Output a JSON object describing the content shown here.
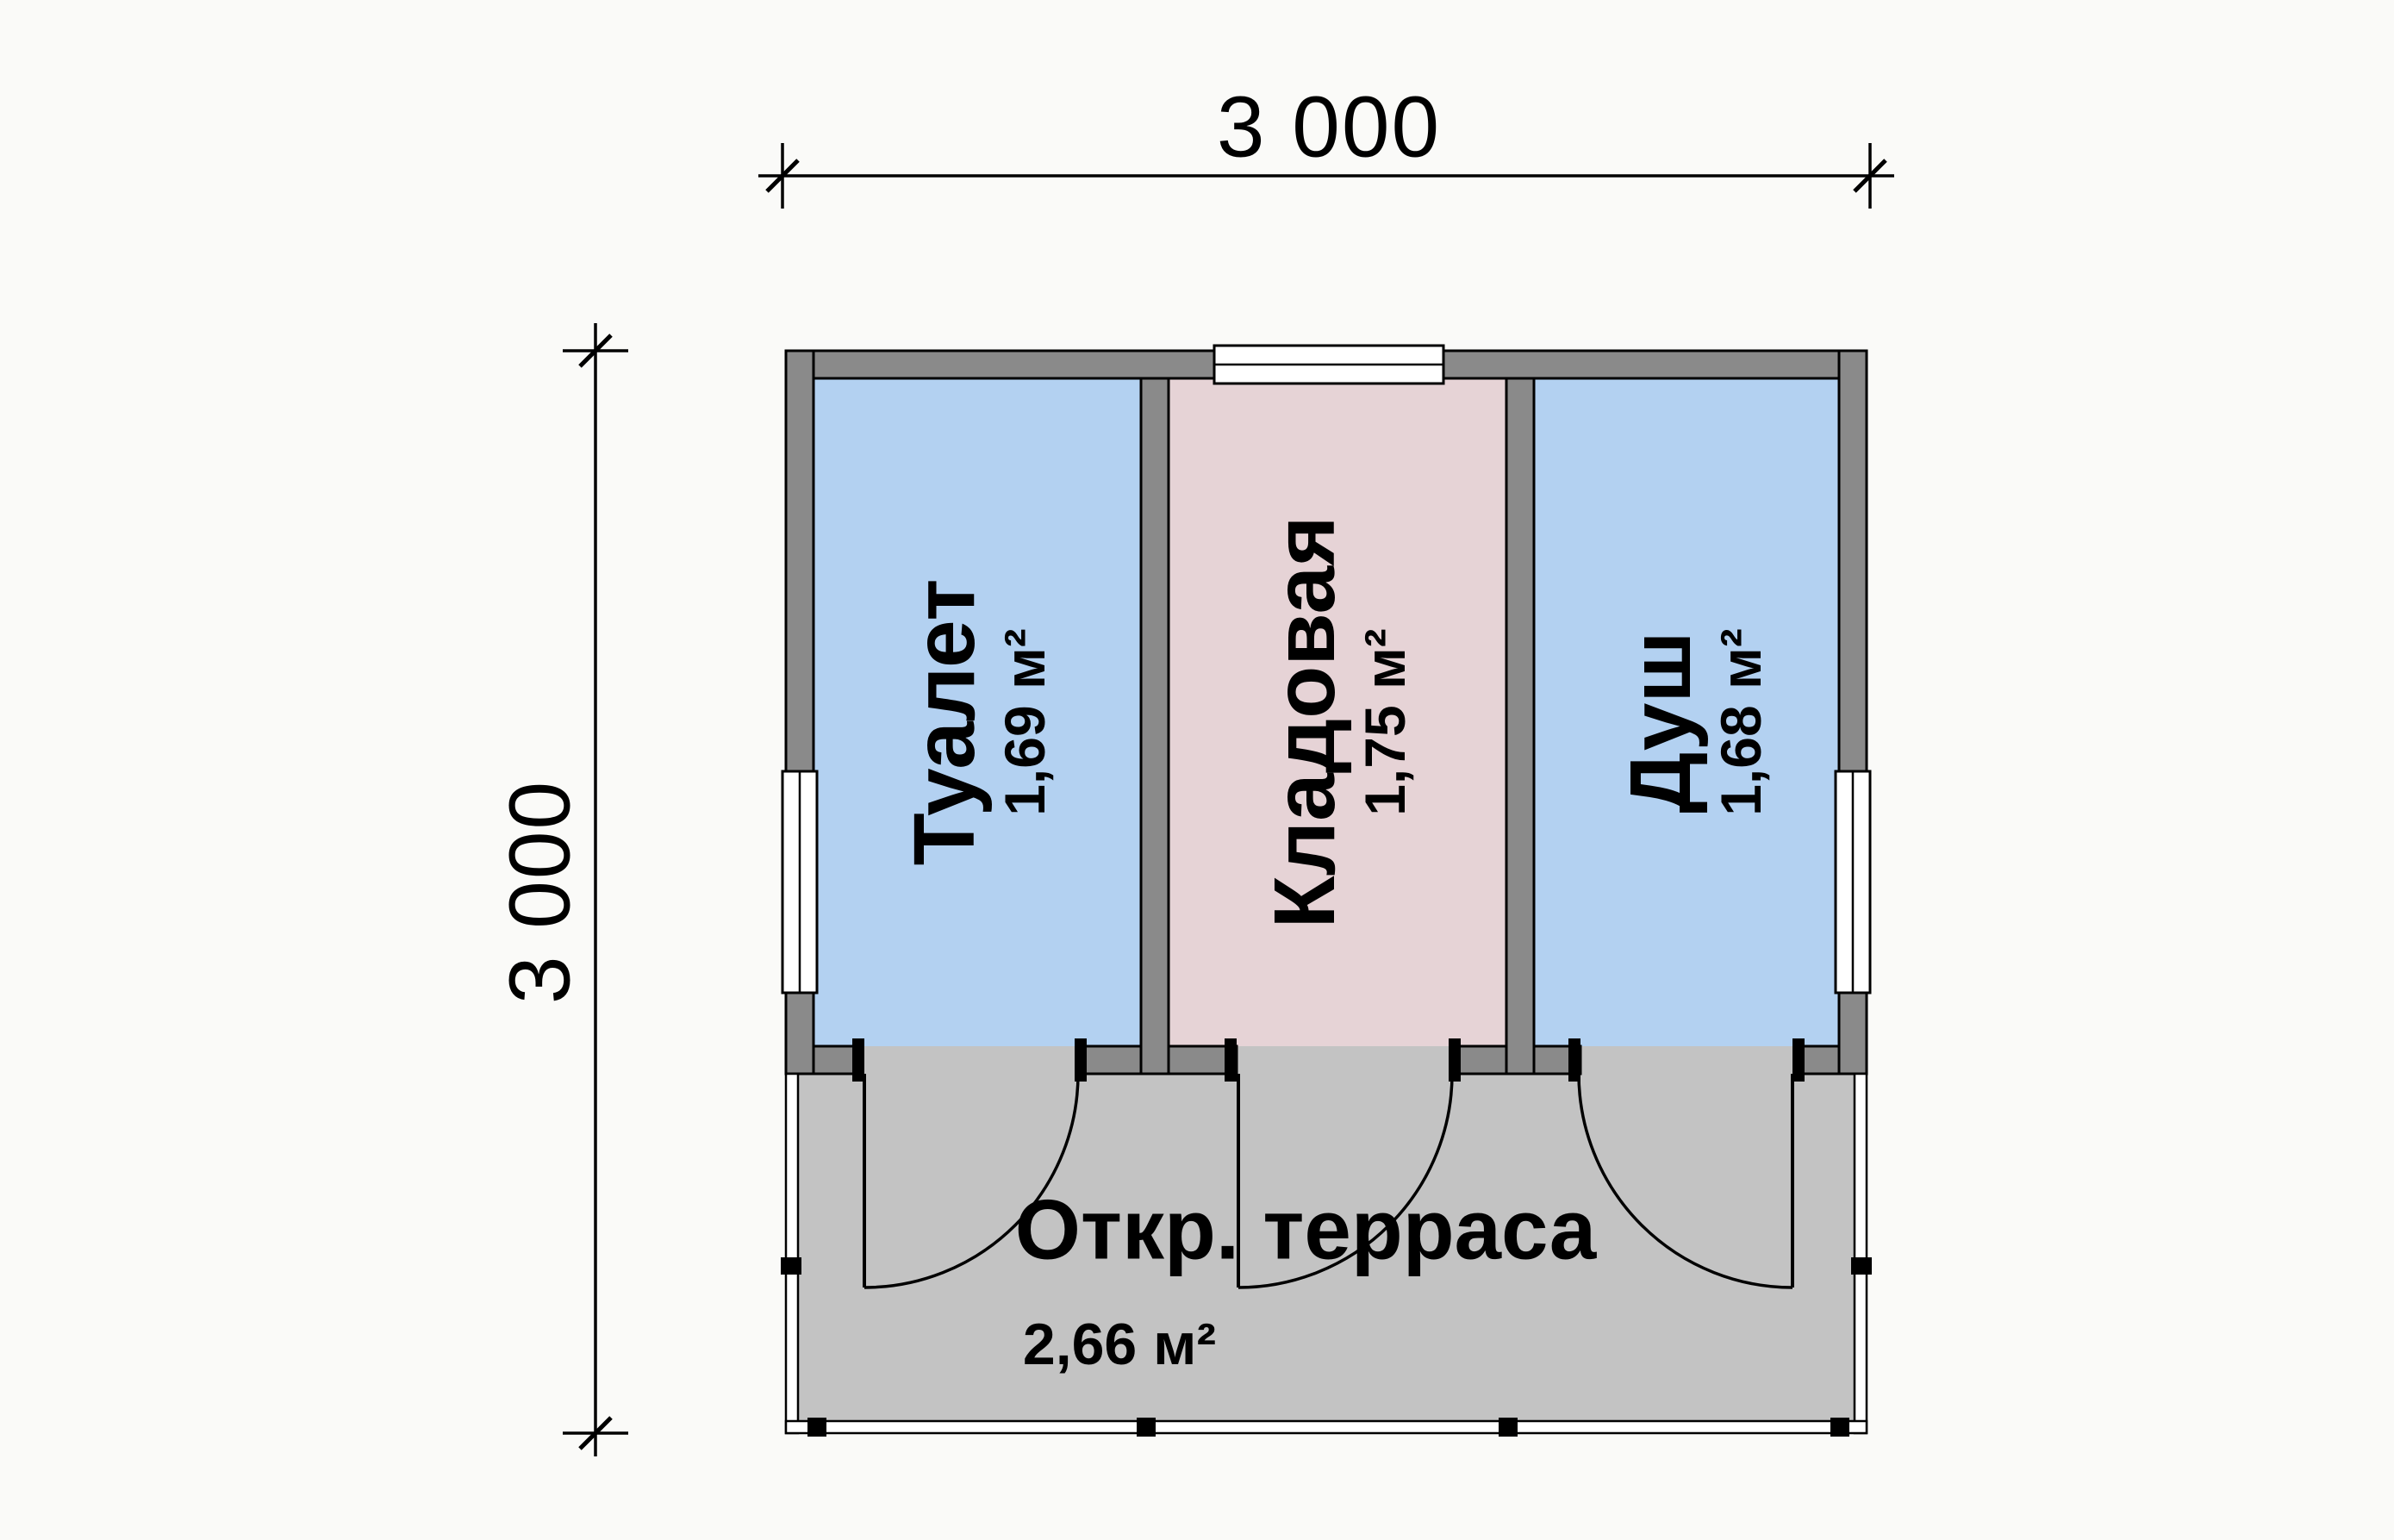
{
  "dimensions": {
    "width_label": "3 000",
    "height_label": "3 000"
  },
  "rooms": [
    {
      "name": "Туалет",
      "area": "1,69 м²",
      "fill": "#b3d1f1"
    },
    {
      "name": "Кладовая",
      "area": "1,75 м²",
      "fill": "#e6d3d6"
    },
    {
      "name": "Душ",
      "area": "1,68 м²",
      "fill": "#b3d1f1"
    }
  ],
  "terrace": {
    "name": "Откр. терраса",
    "area": "2,66 м²",
    "fill": "#c3c3c3"
  },
  "colors": {
    "wall": "#8a8a8a",
    "window": "#ffffff",
    "railing": "#ffffff",
    "post": "#000000",
    "background": "#fafaf8"
  }
}
